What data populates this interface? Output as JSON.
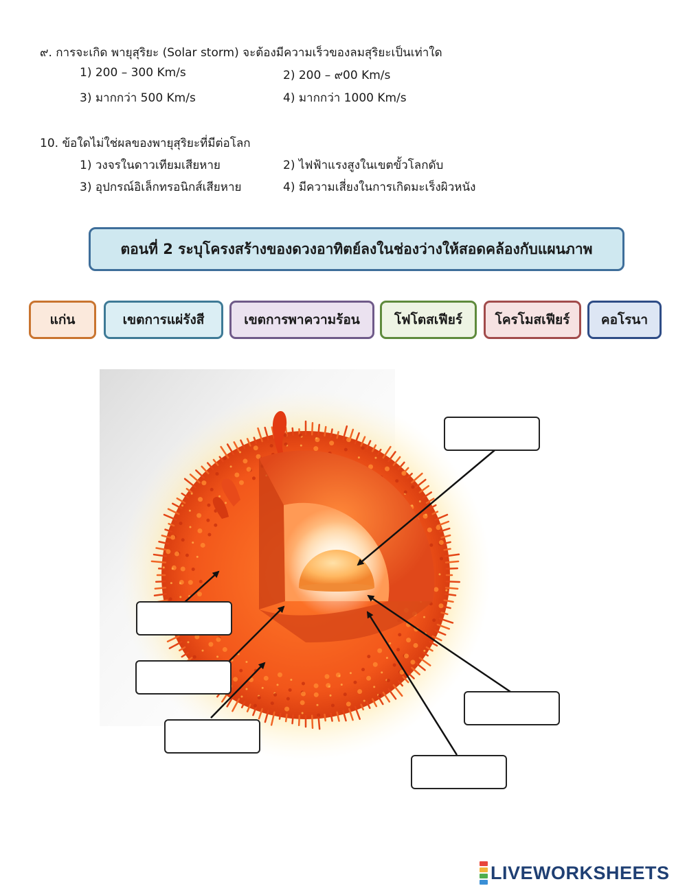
{
  "questions": [
    {
      "text": "๙. การจะเกิด พายุสุริยะ (Solar storm) จะต้องมีความเร็วของลมสุริยะเป็นเท่าใด",
      "options": [
        "1) 200 – 300 Km/s",
        "2) 200 – ๙00 Km/s",
        "3) มากกว่า 500 Km/s",
        "4) มากกว่า 1000 Km/s"
      ]
    },
    {
      "text": "10. ข้อใดไม่ใช่ผลของพายุสุริยะที่มีต่อโลก",
      "options": [
        "1) วงจรในดาวเทียมเสียหาย",
        "2) ไฟฟ้าแรงสูงในเขตขั้วโลกดับ",
        "3) อุปกรณ์อิเล็กทรอนิกส์เสียหาย",
        "4) มีความเสี่ยงในการเกิดมะเร็งผิวหนัง"
      ]
    }
  ],
  "section": {
    "title": "ตอนที่ 2  ระบุโครงสร้างของดวงอาทิตย์ลงในช่องว่างให้สอดคล้องกับแผนภาพ"
  },
  "answer_chips": [
    {
      "label": "แก่น",
      "bg": "#fbe9dc",
      "border": "#c9742f"
    },
    {
      "label": "เขตการแผ่รังสี",
      "bg": "#dbeef4",
      "border": "#3e7a96"
    },
    {
      "label": "เขตการพาความร้อน",
      "bg": "#ebe2f0",
      "border": "#6f5a89"
    },
    {
      "label": "โฟโตสเฟียร์",
      "bg": "#eef4e4",
      "border": "#5e8a3c"
    },
    {
      "label": "โครโมสเฟียร์",
      "bg": "#f6e2e2",
      "border": "#a14b4b"
    },
    {
      "label": "คอโรนา",
      "bg": "#dde6f4",
      "border": "#2e4c86"
    }
  ],
  "brand": {
    "name": "LIVEWORKSHEETS",
    "mark_letters": "LIVE",
    "mark_colors": [
      "#e8463b",
      "#f2b43a",
      "#4fae4e",
      "#3a8fd6"
    ]
  }
}
